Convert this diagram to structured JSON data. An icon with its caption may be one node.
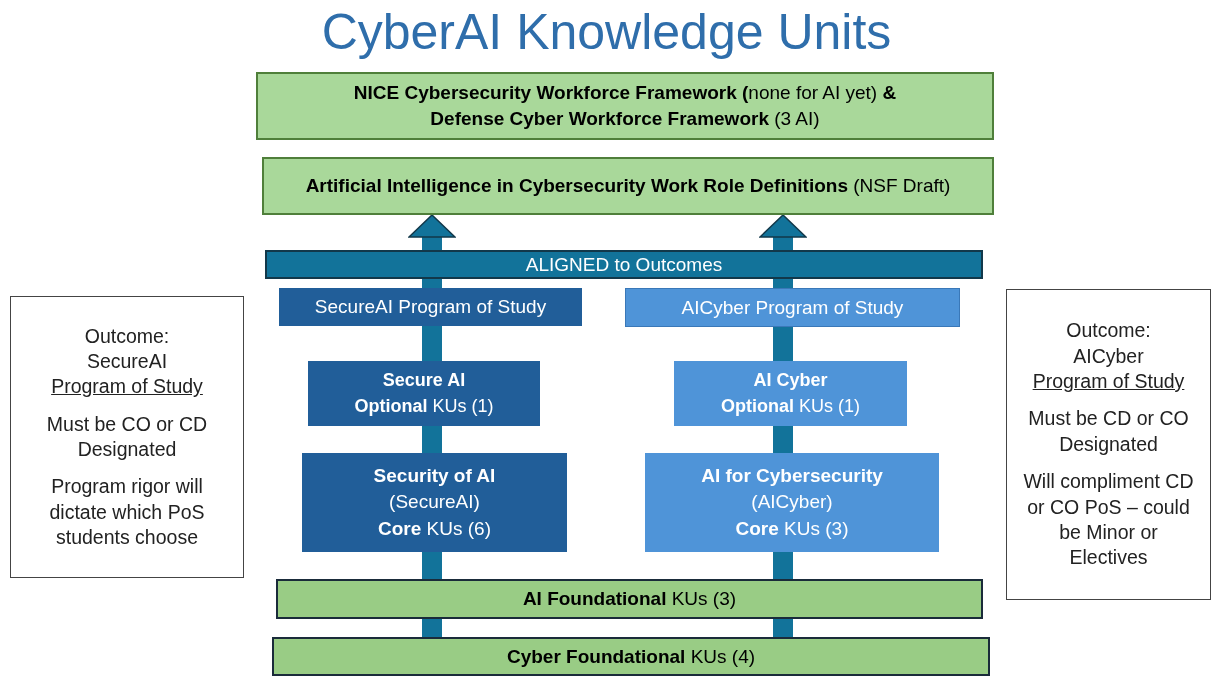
{
  "diagram": {
    "title": "CyberAI Knowledge Units",
    "nodes": [
      {
        "text": [
          "**NICE Cybersecurity Workforce Framework (**none for AI yet) **& Defense Cyber Workforce Framework** (3 AI)"
        ]
      },
      {
        "text": [
          "**Artificial Intelligence in Cybersecurity Work Role Definitions** (NSF Draft)"
        ]
      },
      {
        "text": [
          "ALIGNED to Outcomes"
        ]
      },
      {
        "text": [
          "SecureAI Program of Study"
        ]
      },
      {
        "text": [
          "AICyber Program of Study"
        ]
      },
      {
        "text": [
          "Secure AI",
          "**Optional** KUs (1)"
        ]
      },
      {
        "text": [
          "AI Cyber",
          "**Optional** KUs (1)"
        ]
      },
      {
        "text": [
          "Security of AI",
          "(SecureAI)",
          "**Core** KUs (6)"
        ]
      },
      {
        "text": [
          "AI for Cybersecurity",
          "(AICyber)",
          "**Core** KUs (3)"
        ]
      },
      {
        "text": [
          "**AI Foundational** KUs (3)"
        ]
      },
      {
        "text": [
          "**Cyber Foundational** KUs (4)"
        ]
      },
      {
        "text": [
          "Outcome:",
          "SecureAI",
          "Program of Study",
          "Must be CO or CD Designated",
          "Program rigor will dictate which PoS students choose"
        ]
      },
      {
        "text": [
          "Outcome:",
          "AICyber",
          "Program of Study",
          "Must be CD or CO Designated",
          "Will compliment CD or CO PoS – could be Minor or Electives"
        ]
      }
    ],
    "edges": [
      {
        "from": 10,
        "to": 9,
        "arrow": "none"
      },
      {
        "from": 9,
        "to": 7,
        "arrow": "none"
      },
      {
        "from": 7,
        "to": 5,
        "arrow": "none"
      },
      {
        "from": 5,
        "to": 3,
        "arrow": "none"
      },
      {
        "from": 3,
        "to": 2,
        "arrow": "none"
      },
      {
        "from": 2,
        "to": 1,
        "arrow": "to"
      },
      {
        "from": 10,
        "to": 9,
        "arrow": "none"
      },
      {
        "from": 9,
        "to": 8,
        "arrow": "none"
      },
      {
        "from": 8,
        "to": 6,
        "arrow": "none"
      },
      {
        "from": 6,
        "to": 4,
        "arrow": "none"
      },
      {
        "from": 4,
        "to": 2,
        "arrow": "none"
      },
      {
        "from": 2,
        "to": 1,
        "arrow": "to"
      }
    ]
  }
}
